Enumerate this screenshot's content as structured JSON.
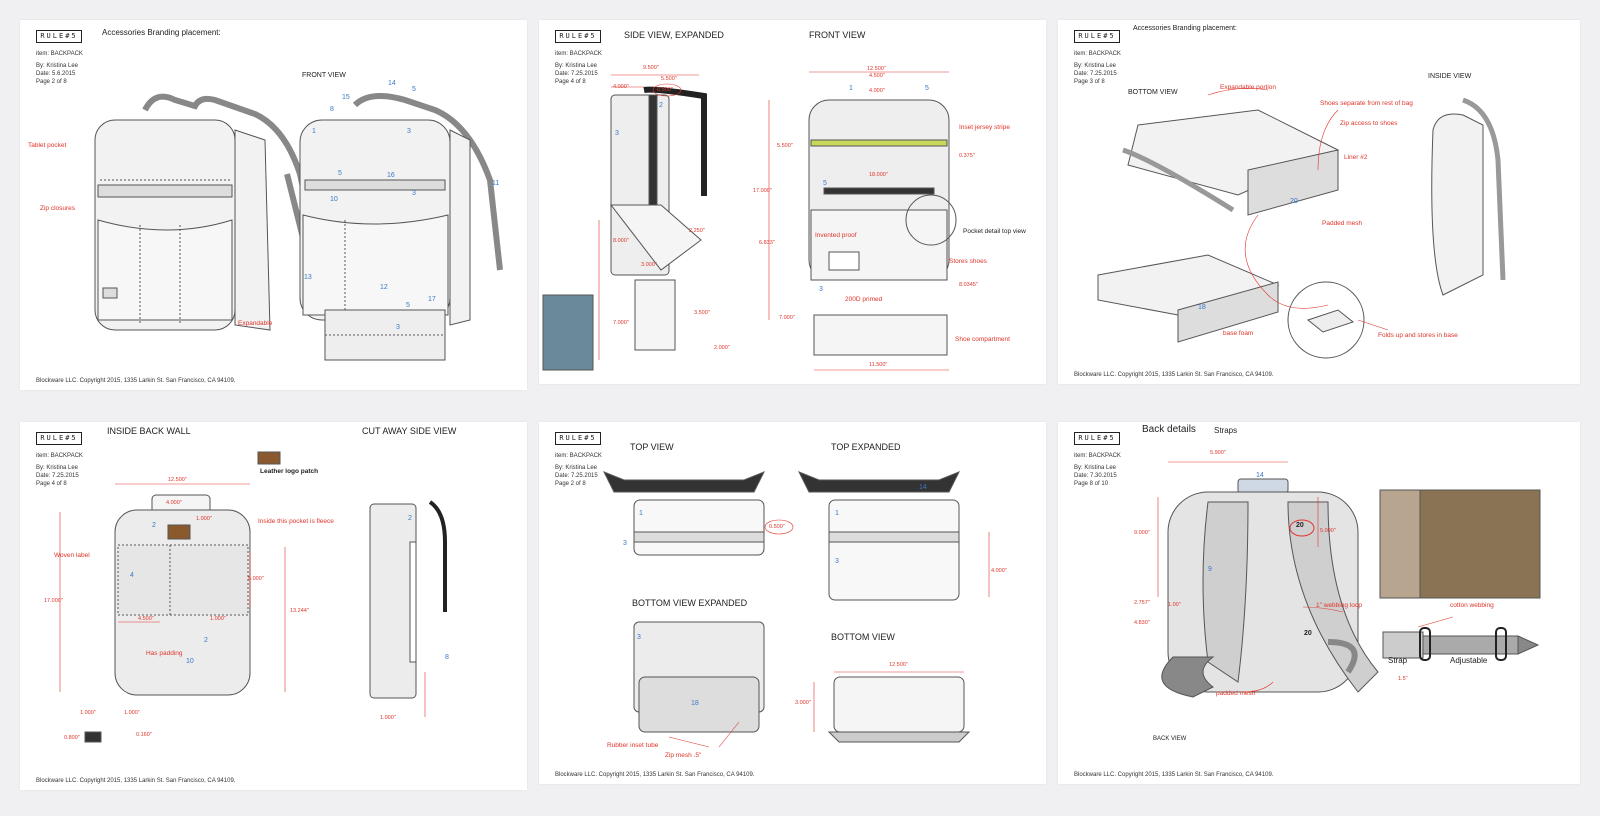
{
  "logo_text": "RULE#5",
  "copyright": "Blockware LLC. Copyright 2015, 1335 Larkin St. San Francisco, CA 94109.",
  "colors": {
    "annotation_red": "#e0352b",
    "label_blue": "#3a78c8",
    "line": "#555555",
    "fill": "#ececec"
  },
  "sheets": [
    {
      "meta": {
        "item": "item: BACKPACK",
        "by": "By: Kristina Lee",
        "date": "Date: 5.6.2015",
        "page": "Page 2 of 8"
      },
      "title": "Accessories Branding placement:",
      "subtitle": "FRONT VIEW",
      "callouts": {
        "tablet": "Tablet pocket",
        "zip": "Zip closures",
        "expand": "Expandable"
      },
      "numbers": [
        "14",
        "5",
        "15",
        "8",
        "1",
        "3",
        "5",
        "16",
        "10",
        "3",
        "12",
        "5",
        "17",
        "13",
        "11",
        "3"
      ]
    },
    {
      "meta": {
        "item": "item: BACKPACK",
        "by": "By: Kristina Lee",
        "date": "Date: 7.25.2015",
        "page": "Page 4 of 8"
      },
      "title_left": "SIDE VIEW, EXPANDED",
      "title_right": "FRONT VIEW",
      "callouts": {
        "stripe": "Inset jersey stripe",
        "pocket_top": "Pocket detail top view",
        "waterproof": "Invented proof",
        "stores": "Stores shoes",
        "primed": "200D primed",
        "shoe": "Shoe compartment"
      },
      "dims": [
        "9.500\"",
        "5.500\"",
        "4.000\"",
        "0.500\"",
        "12.500\"",
        "4.500\"",
        "4.000\"",
        "5.500\"",
        "17.000\"",
        "0.375\"",
        "18.000\"",
        "6.833\"",
        "7.000\"",
        "8.000\"",
        "2.000\"",
        "3.000\"",
        "3.500\"",
        "2.250\"",
        "7.000\"",
        "11.500\"",
        "8.0345\""
      ],
      "numbers": [
        "2",
        "3",
        "1",
        "5",
        "5",
        "3"
      ]
    },
    {
      "meta": {
        "item": "item: BACKPACK",
        "by": "By: Kristina Lee",
        "date": "Date: 7.25.2015",
        "page": "Page 3 of 8"
      },
      "title": "Accessories Branding placement:",
      "bottom_view": "BOTTOM VIEW",
      "inside_view": "INSIDE VIEW",
      "callouts": {
        "exp": "Expandable portion",
        "shoes_sep": "Shoes separate from rest of bag",
        "zip_access": "Zip access to shoes",
        "liner": "Liner #2",
        "padded": "Padded mesh",
        "base": "base foam",
        "folds": "Folds up and stores in base"
      },
      "numbers": [
        "20",
        "18"
      ]
    },
    {
      "meta": {
        "item": "item: BACKPACK",
        "by": "By: Kristina Lee",
        "date": "Date: 7.25.2015",
        "page": "Page 4 of 8"
      },
      "title_left": "INSIDE BACK WALL",
      "title_right": "CUT AWAY SIDE VIEW",
      "patch_label": "Leather logo patch",
      "callouts": {
        "woven": "Woven label",
        "inside_pocket": "Inside this pocket is fleece",
        "padding": "Has padding"
      },
      "dims": [
        "12.500\"",
        "4.000\"",
        "1.000\"",
        "5.000\"",
        "17.000\"",
        "13.244\"",
        "4.500\"",
        "1.000\"",
        "1.000\"",
        "1.000\"",
        "0.800\"",
        "0.160\"",
        "1.000\""
      ],
      "numbers": [
        "2",
        "4",
        "2",
        "10",
        "2",
        "8"
      ]
    },
    {
      "meta": {
        "item": "item: BACKPACK",
        "by": "By: Kristina Lee",
        "date": "Date: 7.25.2015",
        "page": "Page 2 of 8"
      },
      "top_view": "TOP VIEW",
      "top_expanded": "TOP  EXPANDED",
      "bottom_expanded": "BOTTOM VIEW EXPANDED",
      "bottom_view": "BOTTOM VIEW",
      "callouts": {
        "rubber": "Rubber inset tube",
        "zip_mesh": "Zip mesh .5\""
      },
      "dims": [
        "0.500\"",
        "4.000\"",
        "12.500\"",
        "3.000\""
      ],
      "numbers": [
        "1",
        "3",
        "14",
        "1",
        "3",
        "3",
        "18"
      ]
    },
    {
      "meta": {
        "item": "item: BACKPACK",
        "by": "By: Kristina Lee",
        "date": "Date: 7.30.2015",
        "page": "Page 8 of 10"
      },
      "title": "Back details",
      "straps": "Straps",
      "back_view": "BACK VIEW",
      "strap_label": "Strap",
      "adjustable": "Adjustable",
      "callouts": {
        "webbing_loop": "1\" webbing loop",
        "padded": "padded mesh",
        "cotton": "cotton webbing"
      },
      "dims": [
        "5.900\"",
        "9.000\"",
        "5.000\"",
        "2.757\"",
        "1.00\"",
        "4.830\"",
        "1.5\""
      ],
      "numbers": [
        "14",
        "20",
        "9",
        "20"
      ]
    }
  ]
}
